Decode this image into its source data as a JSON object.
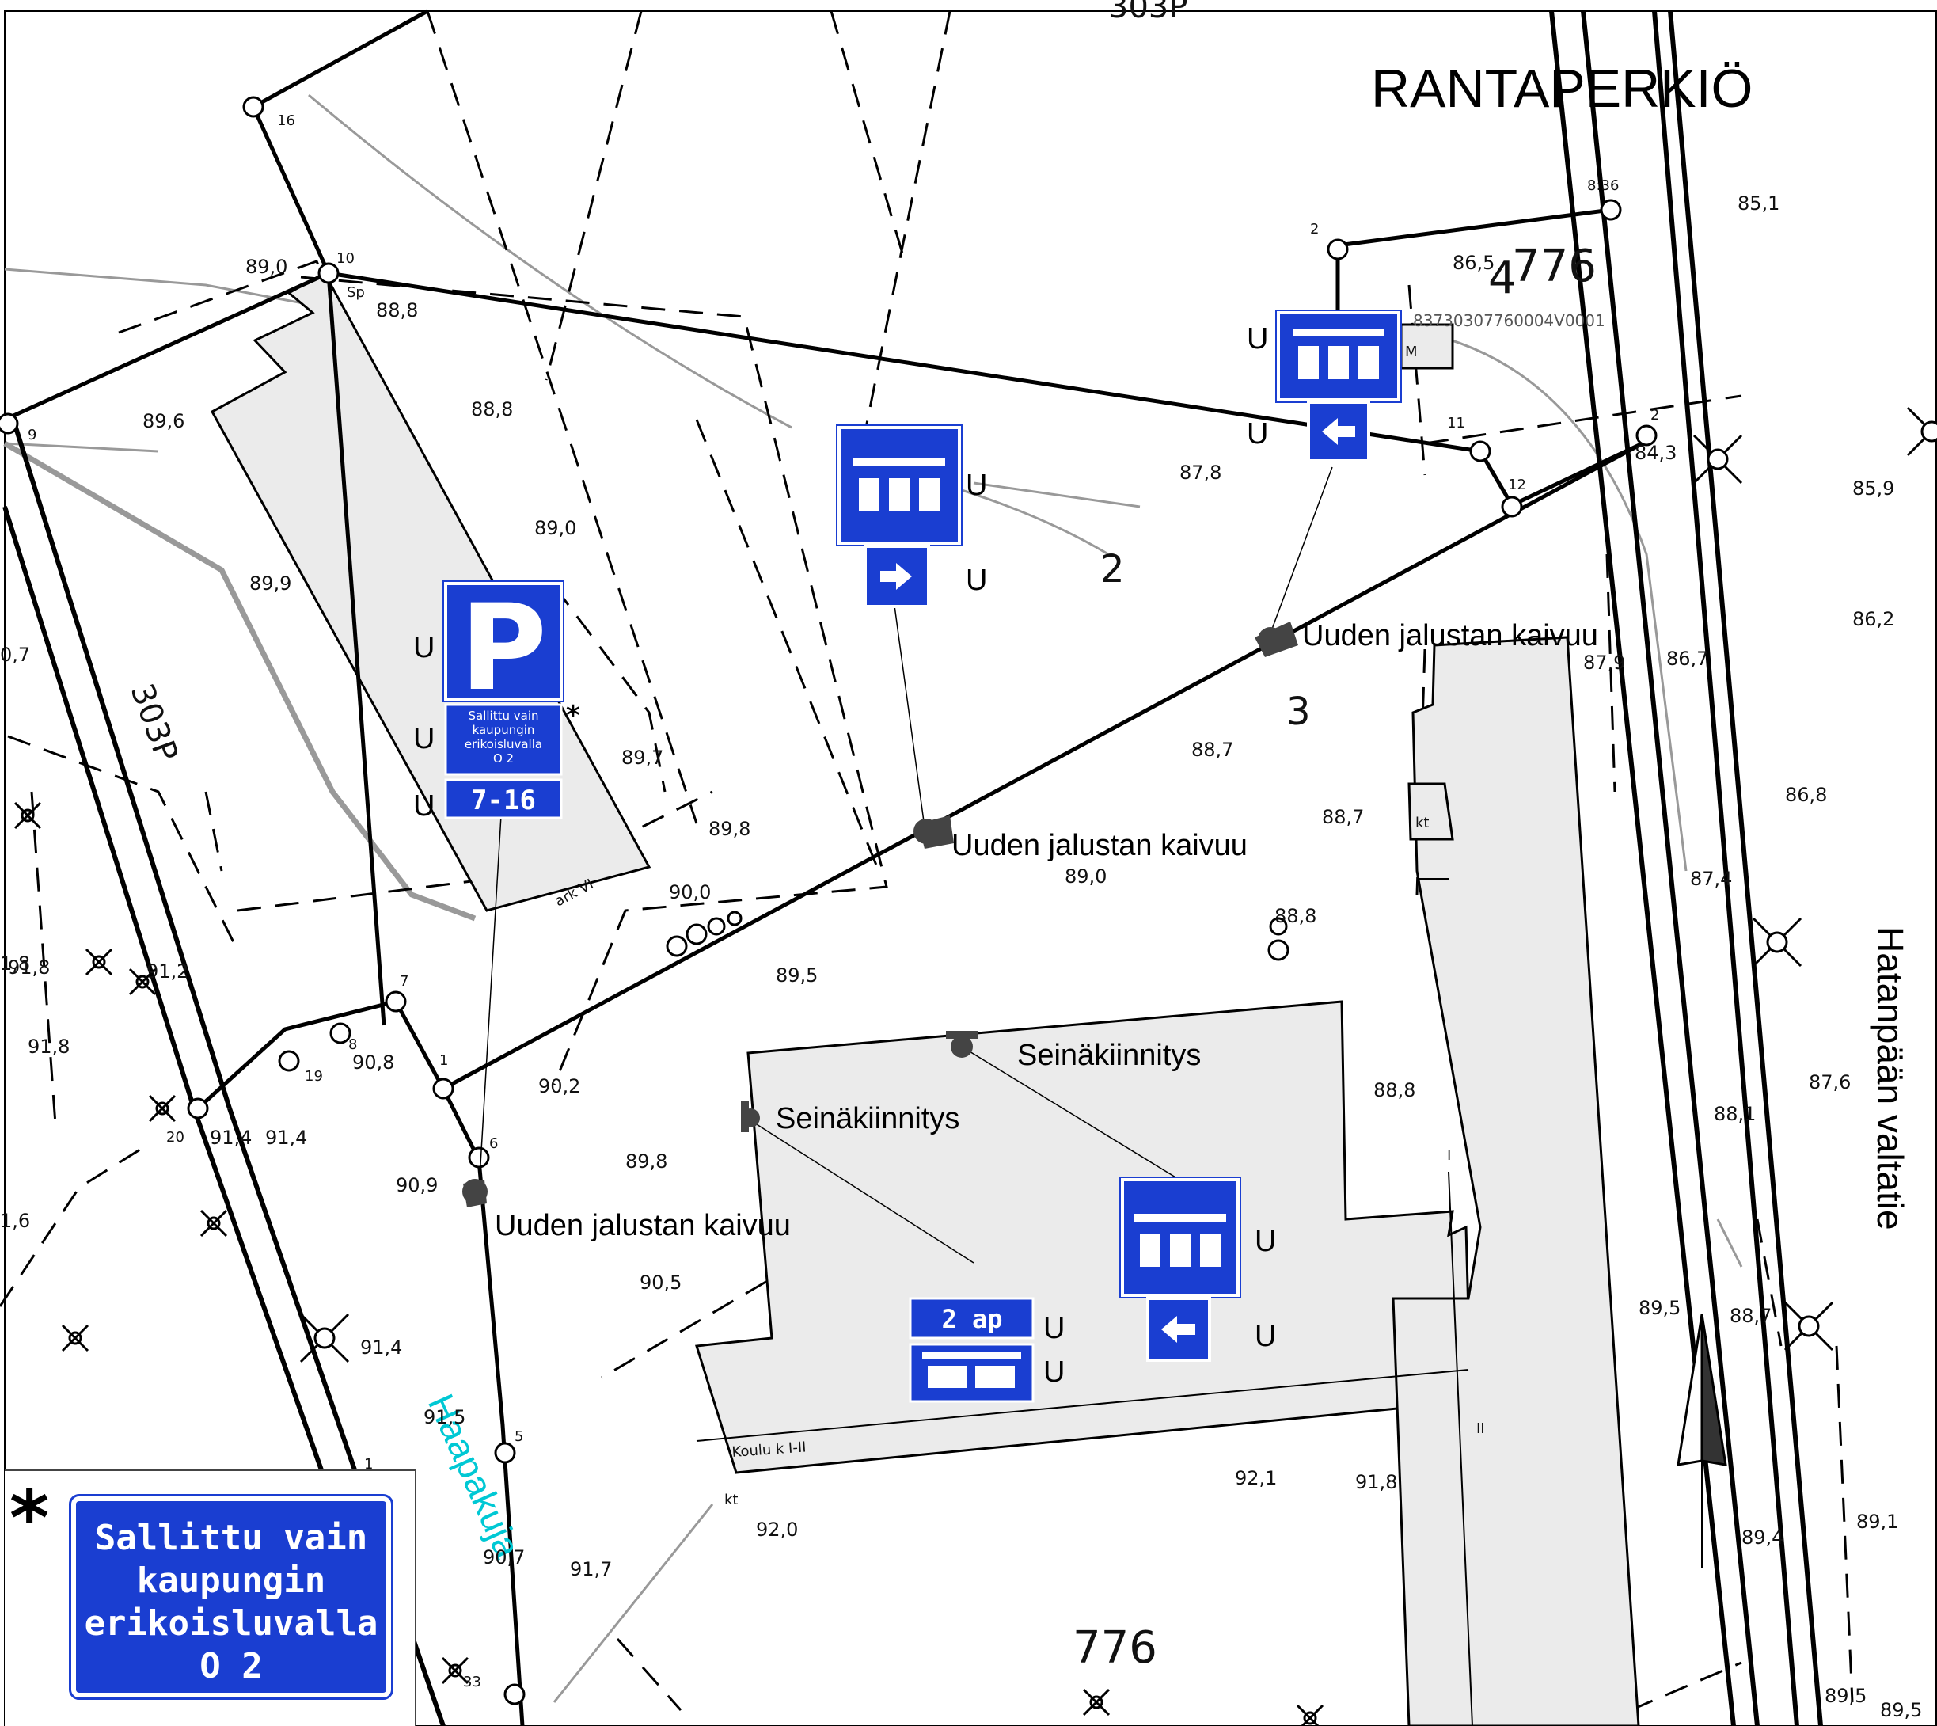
{
  "map": {
    "district_label": "RANTAPERKIÖ",
    "street_labels": [
      "Hatanpään valtatie",
      "Haapakuja"
    ],
    "road_code": "303P",
    "road_code_top": "303P",
    "block_numbers": [
      "776",
      "776"
    ],
    "plot_numbers": [
      "4",
      "2",
      "3"
    ],
    "property_id": "83730307760004V0001",
    "building_labels": [
      "ark VI",
      "Koulu k I-II",
      "kt",
      "kt",
      "I",
      "II",
      "M",
      "Sp"
    ],
    "point_ids": [
      "16",
      "10",
      "9",
      "2",
      "11",
      "12",
      "2",
      "8:36",
      "7",
      "8",
      "19",
      "20",
      "1",
      "6",
      "5",
      "1",
      "33"
    ],
    "elevations": [
      "89,0",
      "88,8",
      "89,6",
      "88,8",
      "89,0",
      "89,9",
      "89,7",
      "89,8",
      "90,0",
      "89,5",
      "90,2",
      "90,8",
      "91,2",
      "91,8",
      "91,8",
      "91,4",
      "91,4",
      "90,9",
      "89,8",
      "90,5",
      "91,4",
      "91,5",
      "91,7",
      "90,7",
      "92,1",
      "91,8",
      "92,0",
      "88,8",
      "88,7",
      "88,7",
      "89,0",
      "88,8",
      "87,9",
      "86,7",
      "86,5",
      "85,1",
      "85,9",
      "86,2",
      "86,8",
      "87,4",
      "87,6",
      "88,1",
      "88,7",
      "89,5",
      "89,4",
      "89,1",
      "89,5",
      "89,5",
      "87,8",
      "84,3",
      "0,7",
      "1,8",
      "1,6"
    ],
    "annotations": [
      {
        "id": "a1",
        "text": "Uuden jalustan kaivuu"
      },
      {
        "id": "a2",
        "text": "Uuden jalustan kaivuu"
      },
      {
        "id": "a3",
        "text": "Uuden jalustan kaivuu"
      },
      {
        "id": "a4",
        "text": "Seinäkiinnitys"
      },
      {
        "id": "a5",
        "text": "Seinäkiinnitys"
      }
    ],
    "signs": {
      "parking_letter": "P",
      "parking_sub_lines": [
        "Sallittu vain",
        "kaupungin",
        "erikoisluvalla",
        "O 2"
      ],
      "parking_hours": "7-16",
      "parking_count": "2 ap",
      "asterisk": "*"
    },
    "legend": {
      "asterisk": "*",
      "lines": [
        "Sallittu vain",
        "kaupungin",
        "erikoisluvalla",
        "O 2"
      ]
    },
    "colors": {
      "sign_blue": "#1a3ed1",
      "building_fill": "#ebebeb",
      "street_label": "#00c8d4"
    },
    "icons": [
      "north-arrow-icon",
      "bus-stop-sign-icon",
      "arrow-left-icon",
      "arrow-right-icon",
      "parking-sign-icon",
      "tree-icon"
    ]
  }
}
